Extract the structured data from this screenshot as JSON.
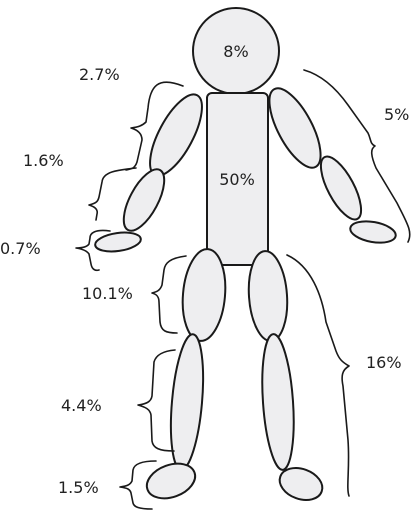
{
  "diagram": {
    "type": "body-segment-mass-percentages",
    "segments": {
      "head": {
        "label": "8%"
      },
      "trunk": {
        "label": "50%"
      },
      "upper_arm": {
        "label": "2.7%"
      },
      "forearm": {
        "label": "1.6%"
      },
      "hand": {
        "label": "0.7%"
      },
      "whole_arm": {
        "label": "5%"
      },
      "thigh": {
        "label": "10.1%"
      },
      "shank": {
        "label": "4.4%"
      },
      "foot": {
        "label": "1.5%"
      },
      "whole_leg": {
        "label": "16%"
      }
    },
    "colors": {
      "fill": "#eeeef0",
      "stroke": "#1a1a1a",
      "text": "#222222"
    }
  }
}
